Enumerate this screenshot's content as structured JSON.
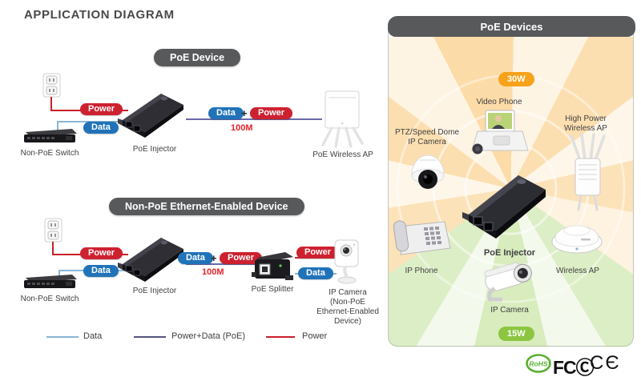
{
  "title": "APPLICATION DIAGRAM",
  "colors": {
    "power_red": "#ce2130",
    "data_blue": "#2173b9",
    "data_line": "#8ab6d6",
    "power_line": "#c9202a",
    "poe_line": "#6a6aa8",
    "header_gray": "#58595b",
    "wattage_orange": "#f7a21a",
    "wattage_green": "#8cc641"
  },
  "diagram1": {
    "header": "PoE Device",
    "power_label": "Power",
    "data_label": "Data",
    "mid_data_label": "Data",
    "plus": "+",
    "mid_power_label": "Power",
    "distance": "100M",
    "switch_label": "Non-PoE Switch",
    "injector_label": "PoE Injector",
    "ap_label": "PoE Wireless AP"
  },
  "diagram2": {
    "header": "Non-PoE Ethernet-Enabled Device",
    "power_label": "Power",
    "data_label": "Data",
    "mid_data_label": "Data",
    "plus": "+",
    "mid_power_label": "Power",
    "distance": "100M",
    "switch_label": "Non-PoE Switch",
    "injector_label": "PoE Injector",
    "splitter_label": "PoE Splitter",
    "out_power_label": "Power",
    "out_data_label": "Data",
    "camera_label_lines": [
      "IP Camera",
      "(Non-PoE",
      "Ethernet-Enabled",
      "Device)"
    ]
  },
  "legend": {
    "items": [
      {
        "label": "Data",
        "color": "#8ab6d6"
      },
      {
        "label": "Power+Data (PoE)",
        "color": "#55557e"
      },
      {
        "label": "Power",
        "color": "#c9202a"
      }
    ]
  },
  "poe_panel": {
    "header": "PoE Devices",
    "wattage_max": "30W",
    "wattage_min": "15W",
    "video_phone_label": "Video Phone",
    "ptz_label_line1": "PTZ/Speed Dome",
    "ptz_label_line2": "IP Camera",
    "hp_ap_label_line1": "High Power",
    "hp_ap_label_line2": "Wireless AP",
    "ip_phone_label": "IP Phone",
    "injector_label": "PoE Injector",
    "wireless_ap_label": "Wireless AP",
    "ip_camera_label": "IP Camera"
  },
  "certifications": {
    "rohs": "RoHS",
    "fcc": "FCⒸ",
    "ce": "CЄ"
  }
}
